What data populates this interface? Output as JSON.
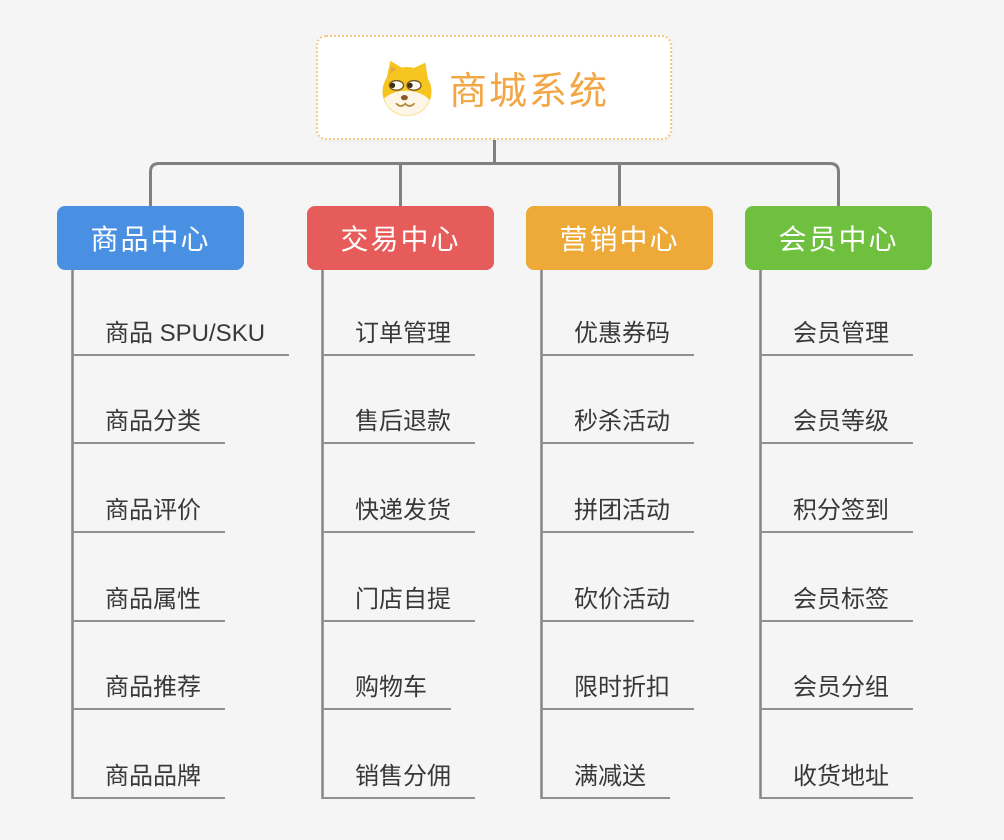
{
  "app": {
    "background_color": "#f5f5f5",
    "connector_color": "#808080"
  },
  "root": {
    "label": "商城系统",
    "text_color": "#f2a644",
    "border_color": "#f6c883",
    "icon": "doge-face-icon"
  },
  "branches": [
    {
      "label": "商品中心",
      "color": "#4a90e2",
      "children": [
        "商品 SPU/SKU",
        "商品分类",
        "商品评价",
        "商品属性",
        "商品推荐",
        "商品品牌"
      ]
    },
    {
      "label": "交易中心",
      "color": "#e65c5a",
      "children": [
        "订单管理",
        "售后退款",
        "快递发货",
        "门店自提",
        "购物车",
        "销售分佣"
      ]
    },
    {
      "label": "营销中心",
      "color": "#edaa39",
      "children": [
        "优惠券码",
        "秒杀活动",
        "拼团活动",
        "砍价活动",
        "限时折扣",
        "满减送"
      ]
    },
    {
      "label": "会员中心",
      "color": "#6ec03e",
      "children": [
        "会员管理",
        "会员等级",
        "积分签到",
        "会员标签",
        "会员分组",
        "收货地址"
      ]
    }
  ]
}
